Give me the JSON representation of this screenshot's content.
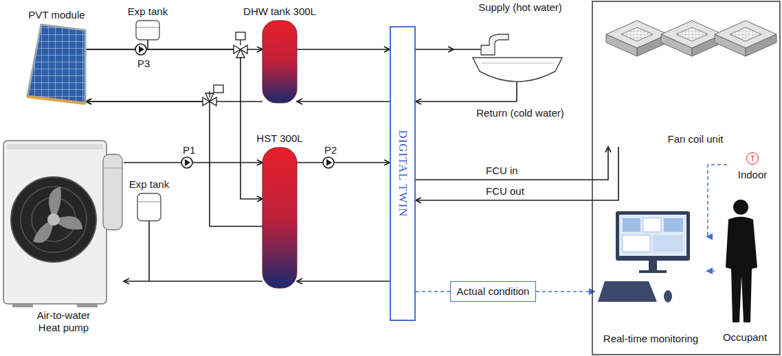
{
  "diagram": {
    "nodes": [
      {
        "text": [
          "PVT module"
        ]
      },
      {
        "text": [
          "Exp tank"
        ]
      },
      {
        "text": [
          "DHW tank 300L"
        ]
      },
      {
        "text": [
          "Supply (hot water)",
          "Return (cold water)"
        ]
      },
      {
        "text": [
          "DIGITAL TWIN"
        ]
      },
      {
        "text": [
          "Fan coil unit"
        ]
      },
      {
        "text": [
          "T",
          "Indoor"
        ]
      },
      {
        "text": [
          "HST 300L"
        ]
      },
      {
        "text": [
          "Air-to-water Heat pump"
        ]
      },
      {
        "text": [
          "Exp tank"
        ]
      },
      {
        "text": [
          "Actual condition"
        ]
      },
      {
        "text": [
          "Real-time monitoring"
        ]
      },
      {
        "text": [
          "Occupant"
        ]
      }
    ],
    "edges": [
      {
        "from": 0,
        "to": 2,
        "arrow": "to"
      },
      {
        "from": 2,
        "to": 0,
        "arrow": "to"
      },
      {
        "from": 0,
        "to": 7,
        "arrow": "to"
      },
      {
        "from": 7,
        "to": 0,
        "arrow": "to"
      },
      {
        "from": 2,
        "to": 4,
        "arrow": "to"
      },
      {
        "from": 4,
        "to": 2,
        "arrow": "to"
      },
      {
        "from": 4,
        "to": 3,
        "arrow": "to"
      },
      {
        "from": 3,
        "to": 4,
        "arrow": "to"
      },
      {
        "from": 8,
        "to": 7,
        "arrow": "to"
      },
      {
        "from": 7,
        "to": 8,
        "arrow": "to"
      },
      {
        "from": 7,
        "to": 4,
        "arrow": "to"
      },
      {
        "from": 4,
        "to": 7,
        "arrow": "to"
      },
      {
        "from": 4,
        "to": 5,
        "label": "FCU in",
        "arrow": "to"
      },
      {
        "from": 5,
        "to": 4,
        "label": "FCU out",
        "arrow": "to"
      },
      {
        "from": 4,
        "to": 10,
        "arrow": "none"
      },
      {
        "from": 10,
        "to": 11,
        "arrow": "to"
      },
      {
        "from": 6,
        "to": 11,
        "arrow": "to"
      },
      {
        "from": 12,
        "to": 11,
        "arrow": "to"
      }
    ],
    "labels": [
      "P3",
      "P1",
      "P2"
    ]
  }
}
